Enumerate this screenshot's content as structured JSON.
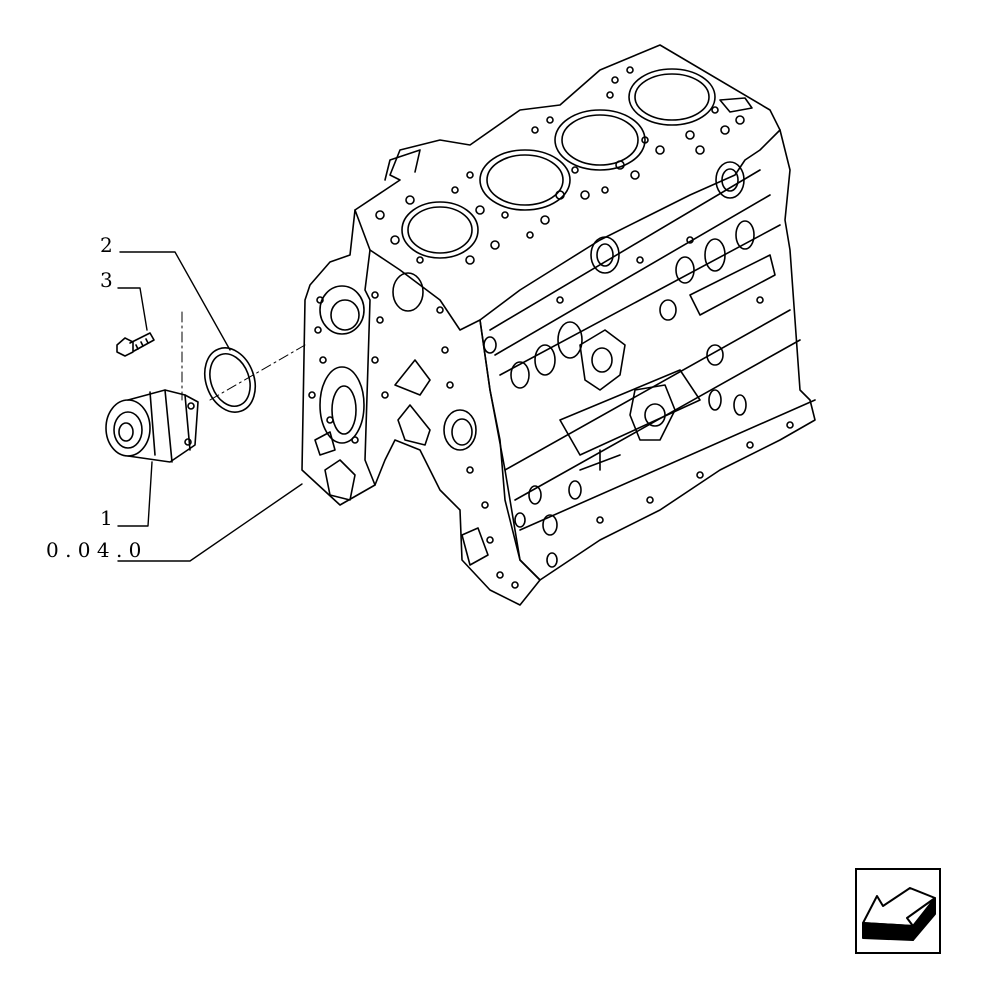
{
  "diagram": {
    "callouts": {
      "part_1": "1",
      "part_2": "2",
      "part_3": "3",
      "reference": "0 . 0 4 . 0"
    }
  },
  "navigation": {
    "icon": "back-arrow-icon"
  },
  "colors": {
    "line": "#000000",
    "background": "#ffffff"
  }
}
